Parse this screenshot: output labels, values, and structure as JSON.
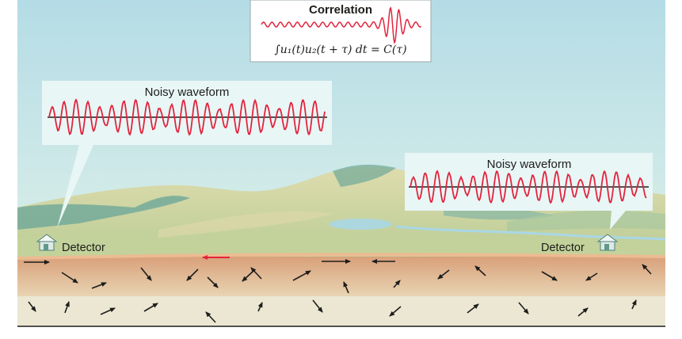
{
  "correlation": {
    "title": "Correlation",
    "formula": "∫u₁(t)u₂(t + τ) dt = C(τ)"
  },
  "waveform_left": {
    "title": "Noisy waveform"
  },
  "waveform_right": {
    "title": "Noisy waveform"
  },
  "detector_left": {
    "label": "Detector"
  },
  "detector_right": {
    "label": "Detector"
  },
  "colors": {
    "sky_top": "#b9dfe8",
    "sky_bottom": "#d8eee9",
    "hills": "#c9d49a",
    "hills_dark": "#5f9a88",
    "ground_top": "#d8a27b",
    "ground_bottom": "#eaddbf",
    "wave": "#e2243d",
    "accent_arrow": "#e2243d"
  }
}
